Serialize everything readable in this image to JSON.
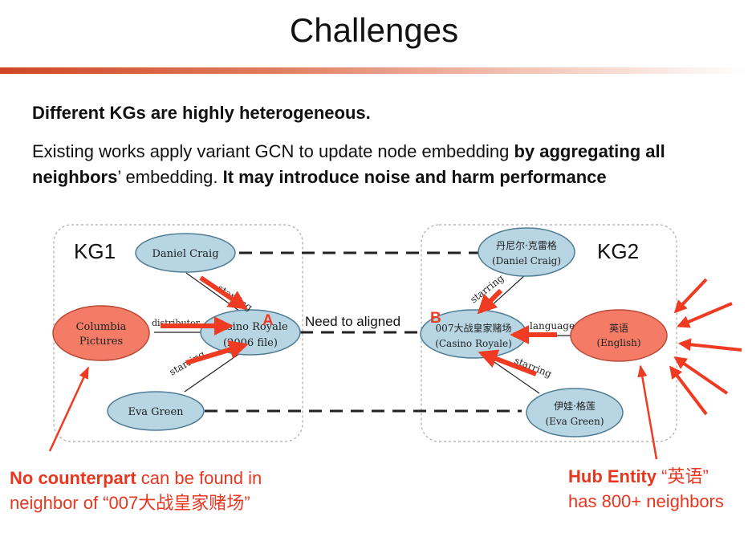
{
  "slide": {
    "title": "Challenges",
    "heading": "Different KGs are highly heterogeneous.",
    "paragraph": {
      "p1": "Existing works apply variant GCN to update node embedding ",
      "p2": "by aggregating all neighbors",
      "p3": "’ embedding. ",
      "p4": "It may introduce noise and harm performance"
    }
  },
  "diagram": {
    "kg1_label": "KG1",
    "kg2_label": "KG2",
    "align_label": "Need to aligned",
    "marker_a": "A",
    "marker_b": "B",
    "kg1_nodes": {
      "daniel": "Daniel Craig",
      "columbia_1": "Columbia",
      "columbia_2": "Pictures",
      "casino_1": "Casino Royale",
      "casino_2": "(2006 file)",
      "eva": "Eva Green"
    },
    "kg2_nodes": {
      "daniel_1": "丹尼尔·克雷格",
      "daniel_2": "(Daniel Craig)",
      "casino_1": "007大战皇家赌场",
      "casino_2": "(Casino Royale)",
      "english_1": "英语",
      "english_2": "(English)",
      "eva_1": "伊娃·格莲",
      "eva_2": "(Eva Green)"
    },
    "edge_labels": {
      "kg1_starring_top": "starring",
      "kg1_distributor": "distributor",
      "kg1_starring_bottom": "starring",
      "kg2_starring_top": "starring",
      "kg2_language": "language",
      "kg2_starring_bottom": "starring"
    },
    "colors": {
      "entity_blue": "#b7d5e3",
      "entity_red": "#f47c66",
      "annotation_red": "#ee3b22"
    }
  },
  "notes": {
    "left_b": "No counterpart",
    "left_rest": " can be found in neighbor of “007大战皇家赌场”",
    "right_b": "Hub Entity",
    "right_rest_1": " “英语”",
    "right_rest_2": "has 800+ neighbors"
  }
}
